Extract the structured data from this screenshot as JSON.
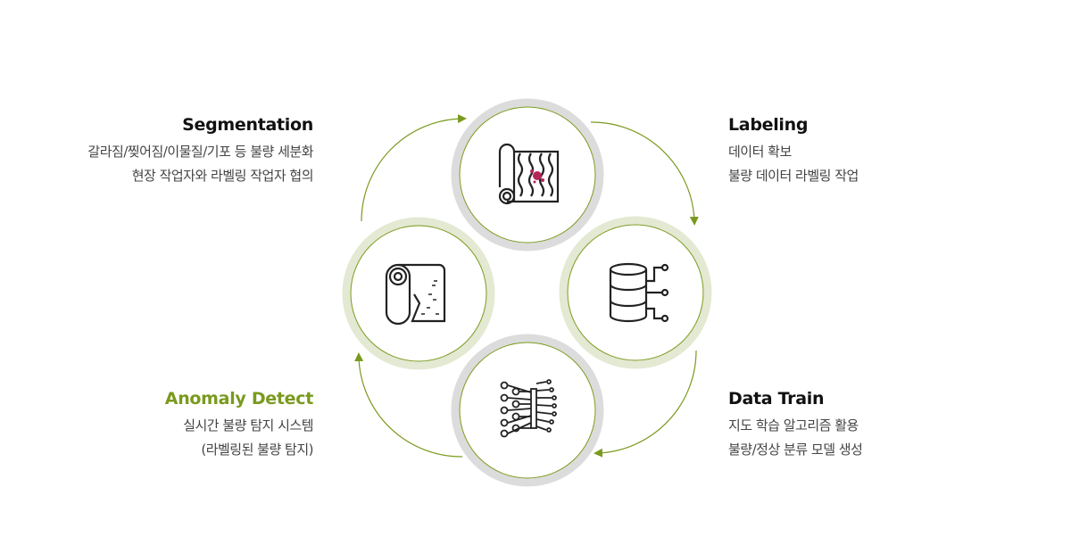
{
  "colors": {
    "accent": "#7a9a1e",
    "ring_gray": "#dcdcdc",
    "ring_green": "#e3e9d2",
    "stain": "#b5245a"
  },
  "steps": {
    "segmentation": {
      "title": "Segmentation",
      "lines": [
        "갈라짐/찢어짐/이물질/기포 등 불량 세분화",
        "현장 작업자와 라벨링 작업자 협의"
      ]
    },
    "labeling": {
      "title": "Labeling",
      "lines": [
        "데이터 확보",
        "불량 데이터 라벨링 작업"
      ]
    },
    "data_train": {
      "title": "Data Train",
      "lines": [
        "지도 학습 알고리즘 활용",
        "불량/정상 분류 모델 생성"
      ]
    },
    "anomaly": {
      "title": "Anomaly Detect",
      "lines": [
        "실시간 불량 탐지 시스템",
        "(라벨링된 불량 탐지)"
      ]
    }
  },
  "icons": {
    "top": "fabric-roll-stain-icon",
    "right": "database-icon",
    "bottom": "neural-network-icon",
    "left": "fabric-roll-icon"
  }
}
